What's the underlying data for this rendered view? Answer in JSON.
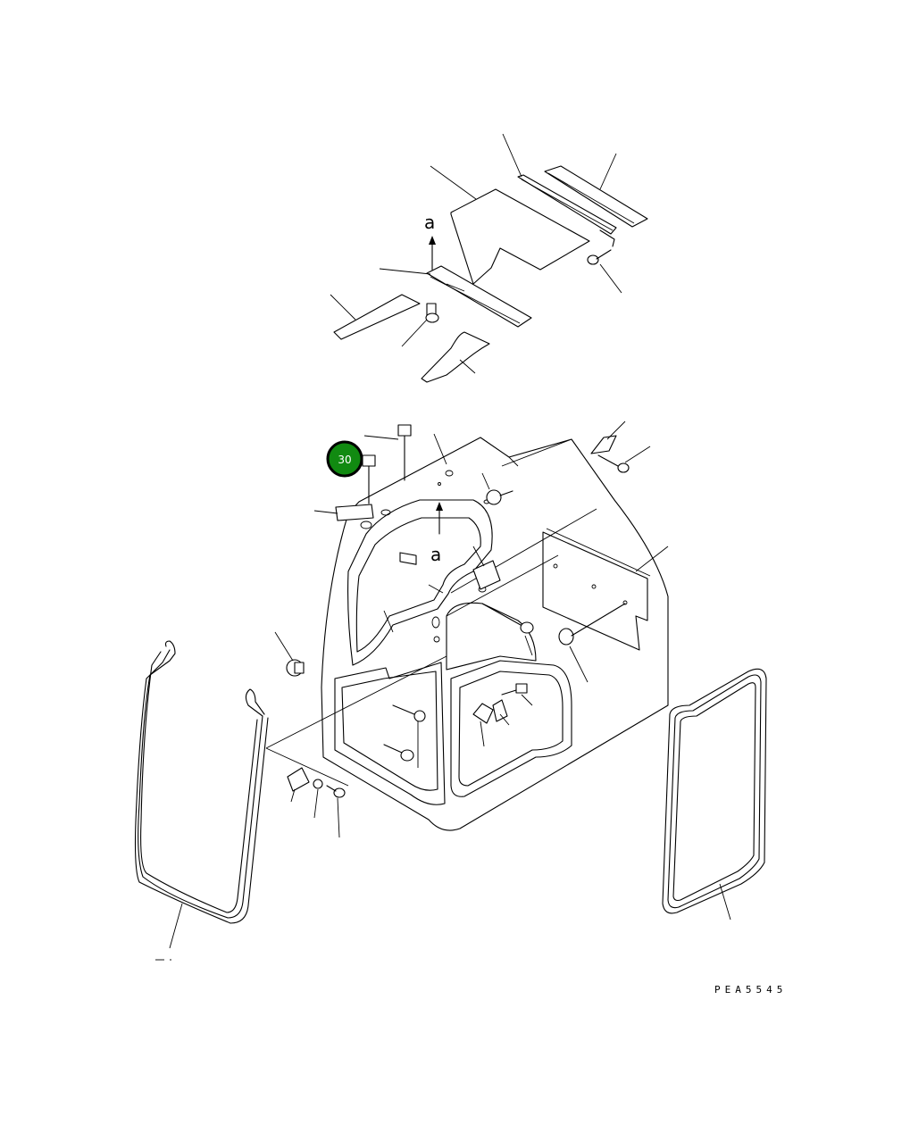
{
  "diagram": {
    "view_labels": [
      "a",
      "a"
    ],
    "callout": {
      "number": "30",
      "fill": "#118a11",
      "ring": "#000000"
    },
    "drawing_code": "PEA5545"
  }
}
